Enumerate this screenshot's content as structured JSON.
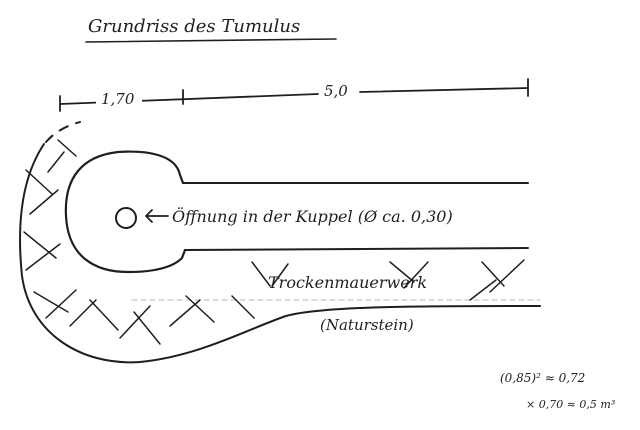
{
  "title": "Grundriss des Tumulus",
  "dimensions": {
    "left": "1,70",
    "right": "5,0"
  },
  "labels": {
    "opening": "Öffnung in der Kuppel (Ø ca. 0,30)",
    "wall": "Trockenmauerwerk",
    "wall_note": "(Naturstein)"
  },
  "calc": {
    "line1": "(0,85)² ≈ 0,72",
    "line2": "× 0,70 ≈ 0,5 m³"
  },
  "colors": {
    "ink": "#1f1f1f",
    "faint": "#c8c8c8"
  }
}
